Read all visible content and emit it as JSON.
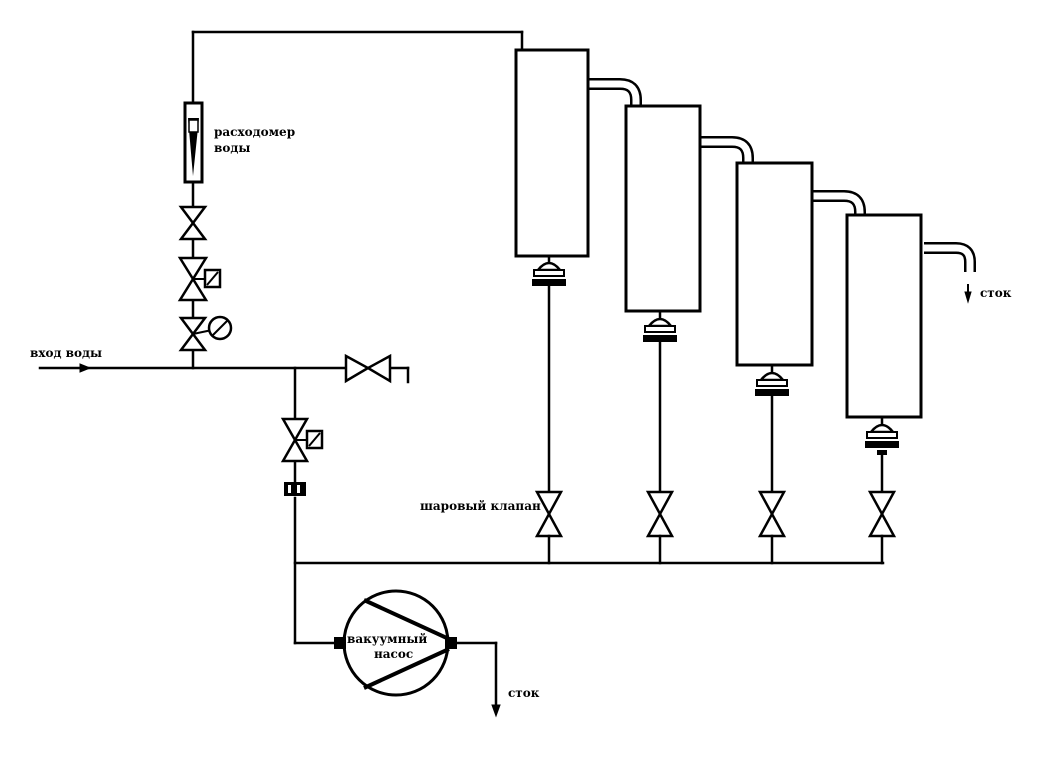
{
  "labels": {
    "flowmeter_line1": "расходомер",
    "flowmeter_line2": "воды",
    "water_inlet": "вход воды",
    "ball_valve": "шаровый клапан",
    "drain_top": "сток",
    "drain_bottom": "сток",
    "pump_line1": "вакуумный",
    "pump_line2": "насос"
  },
  "columns": [
    "column-1",
    "column-2",
    "column-3",
    "column-4"
  ]
}
